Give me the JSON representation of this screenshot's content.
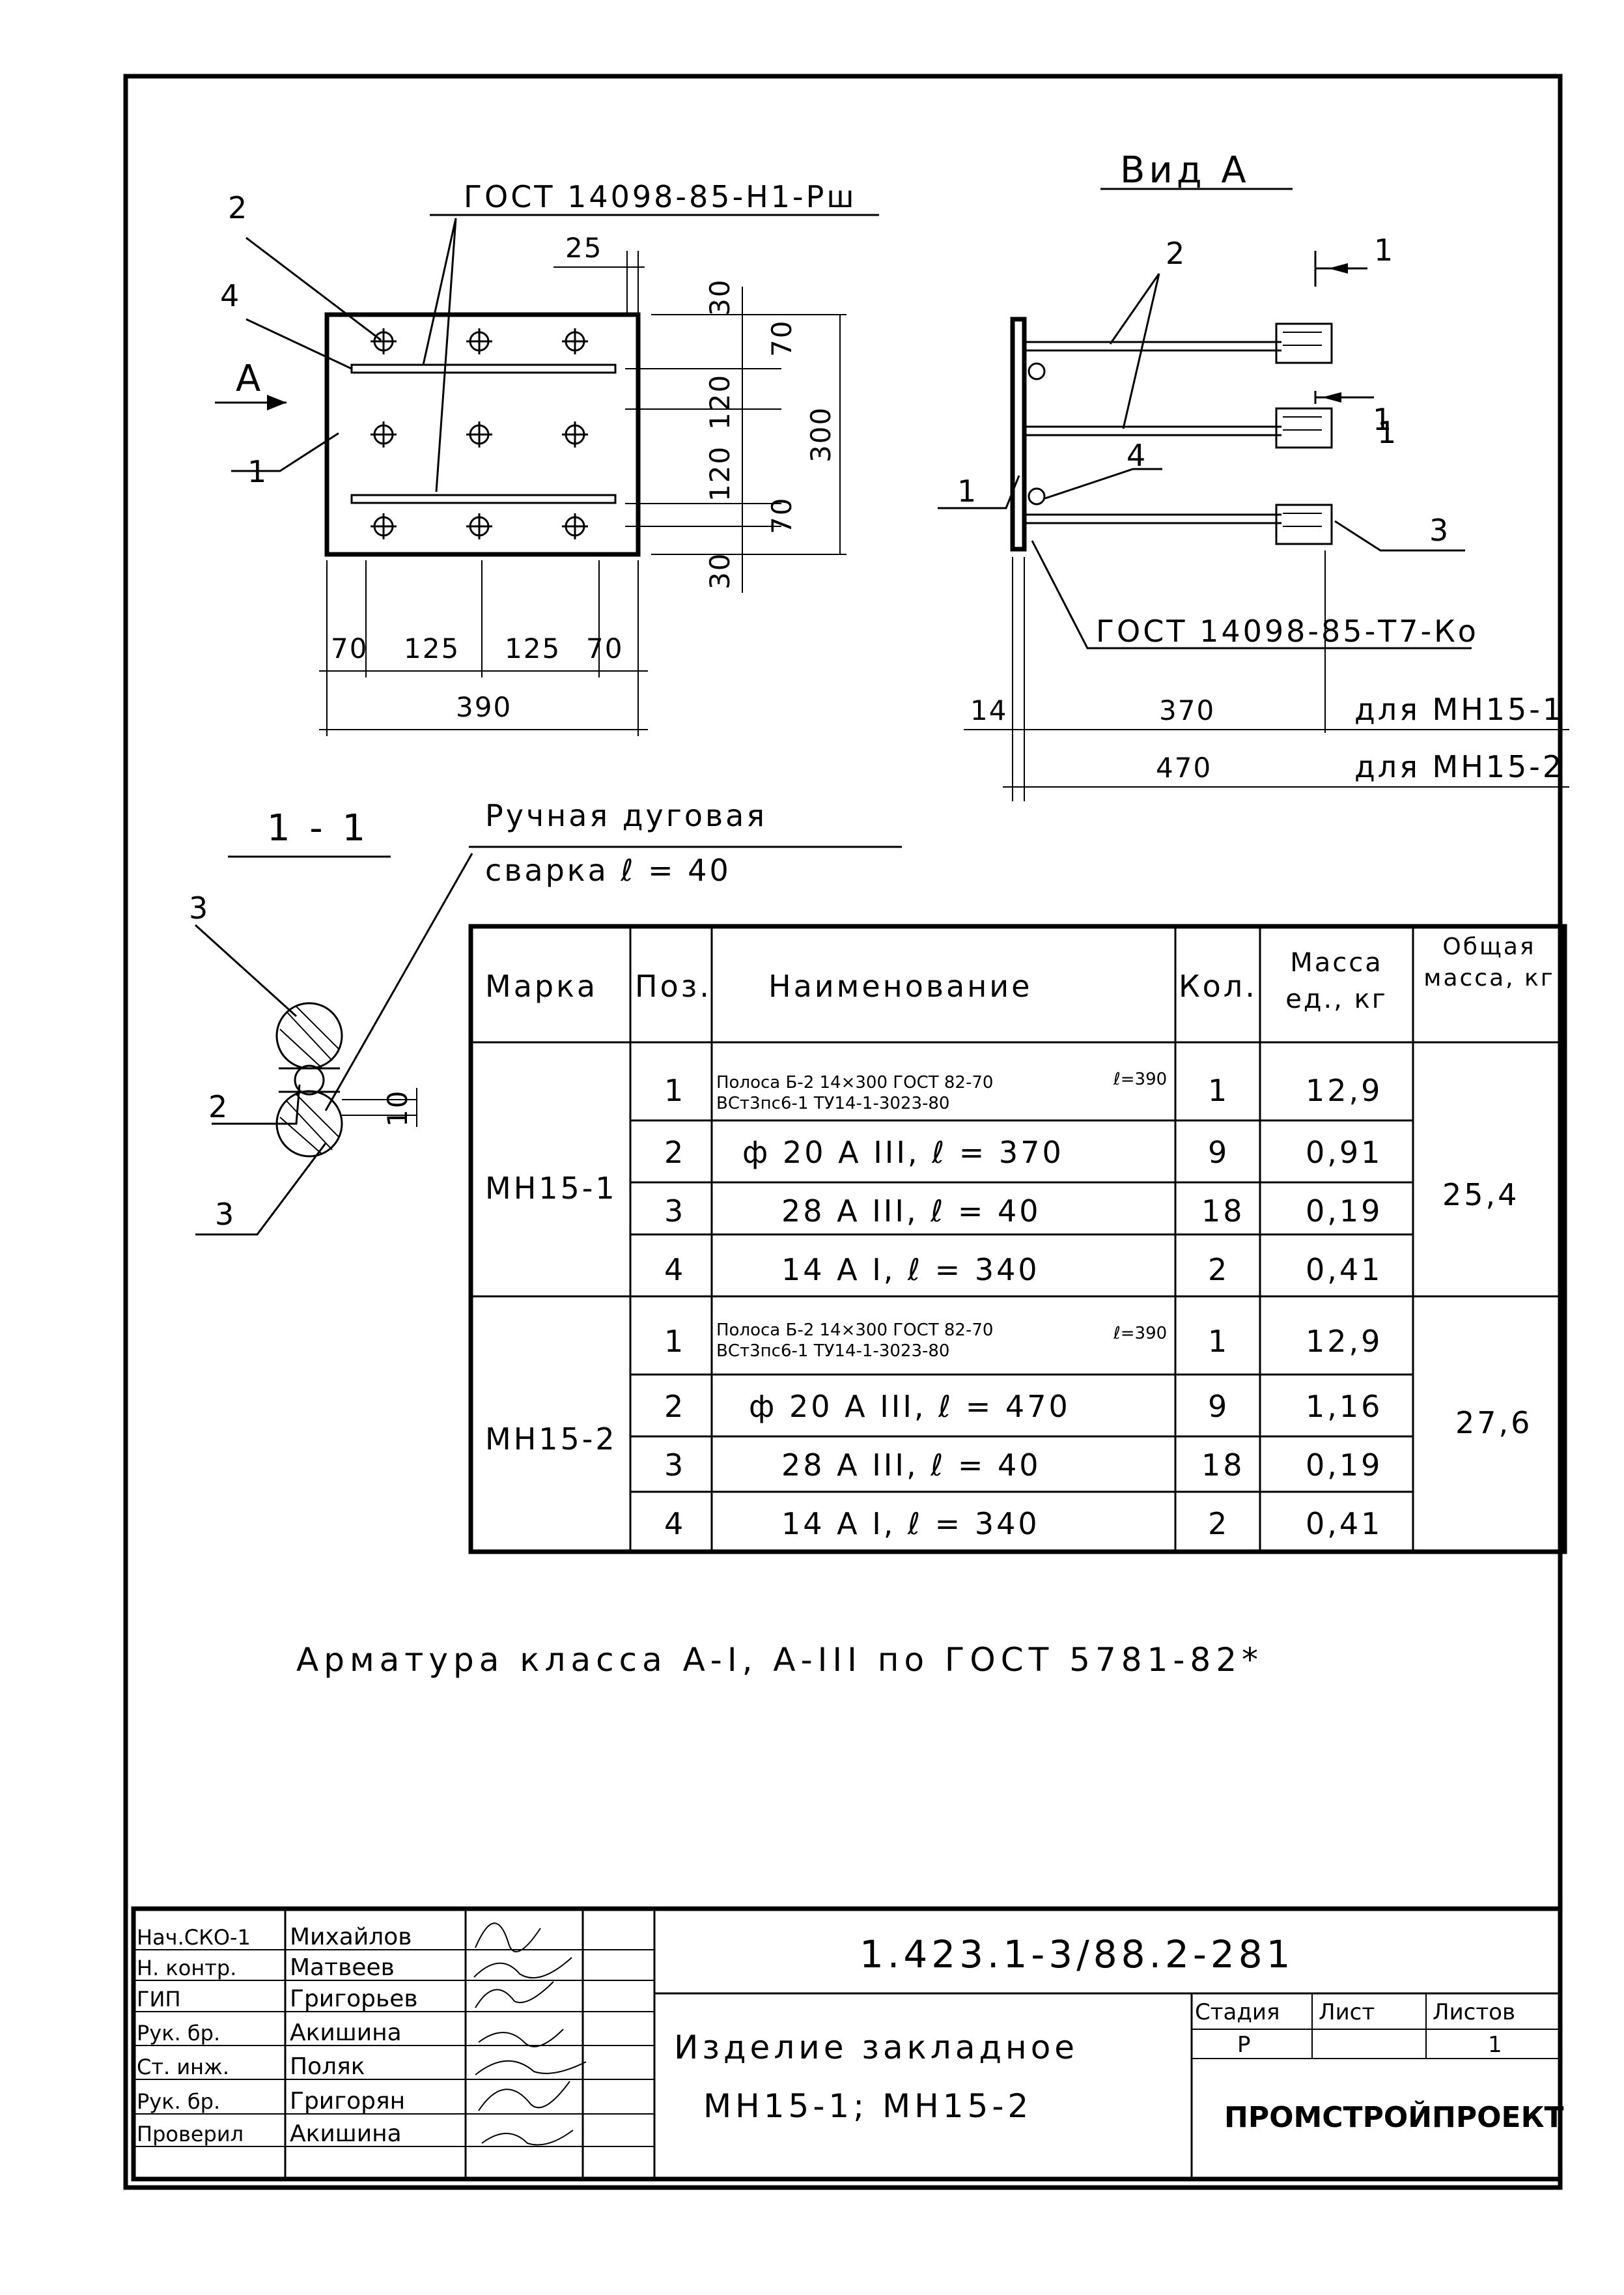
{
  "plan_view": {
    "leaders": [
      "2",
      "4",
      "1"
    ],
    "view_arrow": "А",
    "weld_note": "ГОСТ 14098-85-Н1-Рш",
    "dims_top": "25",
    "dims_right": [
      "30",
      "70",
      "120",
      "120",
      "70",
      "30"
    ],
    "dim_overall_right": "300",
    "dims_bottom": [
      "70",
      "125",
      "125",
      "70"
    ],
    "dim_overall_bottom": "390"
  },
  "view_a": {
    "title": "Вид А",
    "leaders": [
      "2",
      "1",
      "4",
      "3"
    ],
    "section_marks": [
      "1",
      "1"
    ],
    "weld_note": "ГОСТ 14098-85-Т7-Ко",
    "dim_plate": "14",
    "dim_len1": "370",
    "dim_len1_note": "для МН15-1",
    "dim_len2": "470",
    "dim_len2_note": "для МН15-2"
  },
  "section": {
    "title": "1 - 1",
    "weld_line1": "Ручная дуговая",
    "weld_line2": "сварка    ℓ = 40",
    "leaders": [
      "3",
      "2",
      "3"
    ],
    "dim": "10"
  },
  "table": {
    "headers": [
      "Марка",
      "Поз.",
      "Наименование",
      "Кол.",
      "Масса ед., кг",
      "Общая масса, кг"
    ],
    "groups": [
      {
        "mark": "МН15-1",
        "total": "25,4",
        "rows": [
          {
            "pos": "1",
            "name_top": "Полоса Б-2 14×300 ГОСТ 82-70",
            "name_bottom": "ВСт3пс6-1 ТУ14-1-3023-80",
            "name_suffix": "ℓ=390",
            "qty": "1",
            "mass": "12,9"
          },
          {
            "pos": "2",
            "name": "ф 20 А III, ℓ = 370",
            "qty": "9",
            "mass": "0,91"
          },
          {
            "pos": "3",
            "name": "28 А III, ℓ = 40",
            "qty": "18",
            "mass": "0,19"
          },
          {
            "pos": "4",
            "name": "14 А I, ℓ = 340",
            "qty": "2",
            "mass": "0,41"
          }
        ]
      },
      {
        "mark": "МН15-2",
        "total": "27,6",
        "rows": [
          {
            "pos": "1",
            "name_top": "Полоса Б-2 14×300 ГОСТ 82-70",
            "name_bottom": "ВСт3пс6-1 ТУ14-1-3023-80",
            "name_suffix": "ℓ=390",
            "qty": "1",
            "mass": "12,9"
          },
          {
            "pos": "2",
            "name": "ф 20 А III, ℓ = 470",
            "qty": "9",
            "mass": "1,16"
          },
          {
            "pos": "3",
            "name": "28 А III, ℓ = 40",
            "qty": "18",
            "mass": "0,19"
          },
          {
            "pos": "4",
            "name": "14 А I, ℓ = 340",
            "qty": "2",
            "mass": "0,41"
          }
        ]
      }
    ]
  },
  "note": "Арматура класса А-I, А-III по ГОСТ 5781-82*",
  "title_block": {
    "roles": [
      "Нач.СКО-1",
      "Н. контр.",
      "ГИП",
      "Рук. бр.",
      "Ст. инж.",
      "Рук. бр.",
      "Проверил"
    ],
    "names": [
      "Михайлов",
      "Матвеев",
      "Григорьев",
      "Акишина",
      "Поляк",
      "Григорян",
      "Акишина"
    ],
    "doc_code": "1.423.1-3/88.2-281",
    "item_line1": "Изделие закладное",
    "item_line2": "МН15-1; МН15-2",
    "stage_headers": [
      "Стадия",
      "Лист",
      "Листов"
    ],
    "stage_values": [
      "Р",
      "",
      "1"
    ],
    "organization": "ПРОМСТРОЙПРОЕКТ"
  }
}
